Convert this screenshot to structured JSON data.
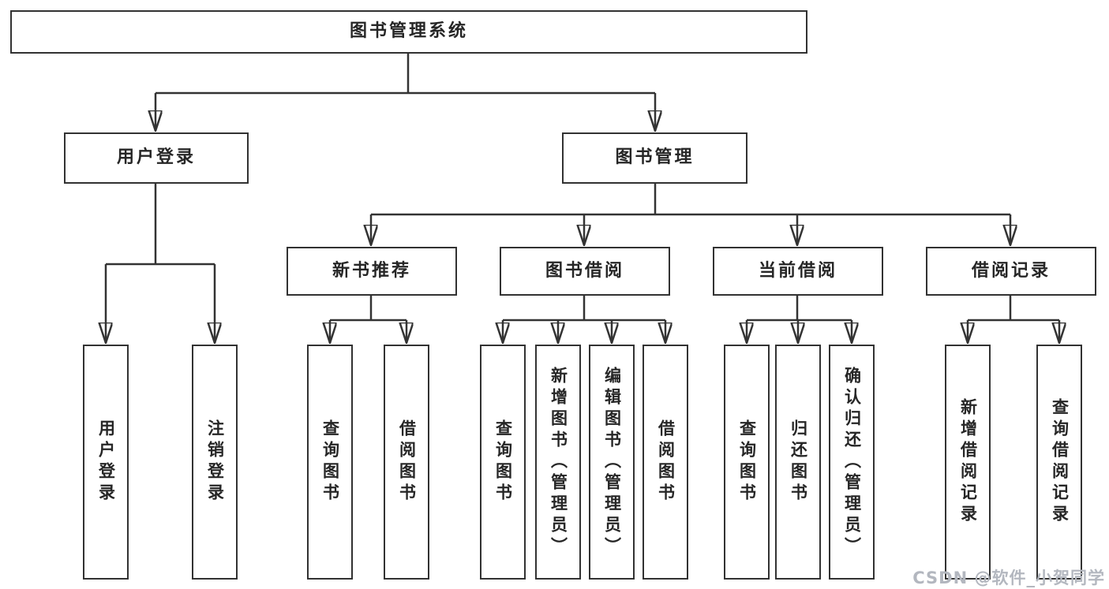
{
  "diagram_type": "hierarchy-tree",
  "tree": {
    "label": "图书管理系统",
    "children": [
      {
        "label": "用户登录",
        "children": [
          {
            "label": "用户登录"
          },
          {
            "label": "注销登录"
          }
        ]
      },
      {
        "label": "图书管理",
        "children": [
          {
            "label": "新书推荐",
            "children": [
              {
                "label": "查询图书"
              },
              {
                "label": "借阅图书"
              }
            ]
          },
          {
            "label": "图书借阅",
            "children": [
              {
                "label": "查询图书"
              },
              {
                "label": "新增图书（管理员）"
              },
              {
                "label": "编辑图书（管理员）"
              },
              {
                "label": "借阅图书"
              }
            ]
          },
          {
            "label": "当前借阅",
            "children": [
              {
                "label": "查询图书"
              },
              {
                "label": "归还图书"
              },
              {
                "label": "确认归还（管理员）"
              }
            ]
          },
          {
            "label": "借阅记录",
            "children": [
              {
                "label": "新增借阅记录"
              },
              {
                "label": "查询借阅记录"
              }
            ]
          }
        ]
      }
    ]
  },
  "watermark": {
    "text": "CSDN @软件_小贺同学"
  },
  "colors": {
    "background": "#ffffff",
    "line": "#333333",
    "box_border": "#323232",
    "box_fill": "#ffffff",
    "text": "#262626",
    "watermark": "#b3b7bf"
  }
}
